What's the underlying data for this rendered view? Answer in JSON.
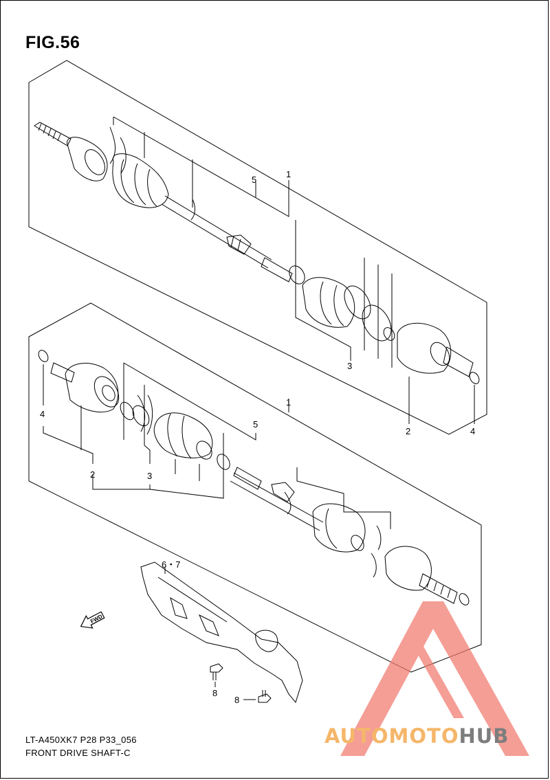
{
  "figure": {
    "title": "FIG.56"
  },
  "callouts": {
    "upper_1": "1",
    "upper_5": "5",
    "upper_3": "3",
    "upper_2": "2",
    "upper_4": "4",
    "lower_4": "4",
    "lower_1": "1",
    "lower_5": "5",
    "lower_2": "2",
    "lower_3": "3",
    "guard_67": "6・7",
    "bolt_a": "8",
    "bolt_b": "8"
  },
  "fwd_arrow": {
    "label": "FWD"
  },
  "footer": {
    "model_code": "LT-A450XK7 P28 P33_056",
    "caption": "FRONT DRIVE SHAFT-C"
  },
  "watermark": {
    "part_a": "AUTOMOTO",
    "part_b": "HUB",
    "colors": {
      "a": "#f5b66a",
      "b": "#7d7d7d",
      "triangle": "#f07a6e"
    }
  }
}
